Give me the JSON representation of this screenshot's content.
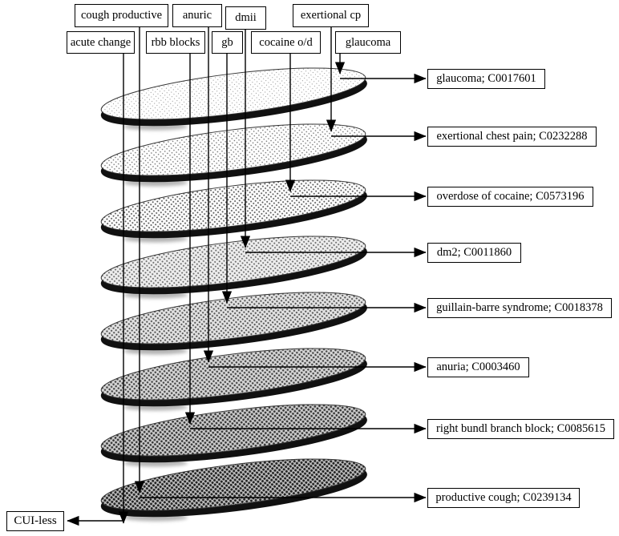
{
  "diagram": {
    "title_hint": "term-to-concept mapping over stacked annotation layers",
    "layers_count": 8,
    "colors": {
      "background": "#ffffff",
      "line": "#000000",
      "box_border": "#000000",
      "disk_rim": "#111111"
    },
    "term_boxes": [
      {
        "label": "cough productive",
        "row": 1,
        "maps_to": "productive cough; C0239134"
      },
      {
        "label": "anuric",
        "row": 1,
        "maps_to": "anuria; C0003460"
      },
      {
        "label": "dmii",
        "row": 1,
        "maps_to": "dm2; C0011860"
      },
      {
        "label": "exertional cp",
        "row": 1,
        "maps_to": "exertional chest pain; C0232288"
      },
      {
        "label": "acute change",
        "row": 2,
        "maps_to": "CUI-less"
      },
      {
        "label": "rbb blocks",
        "row": 2,
        "maps_to": "right bundl branch block; C0085615"
      },
      {
        "label": "gb",
        "row": 2,
        "maps_to": "guillain-barre syndrome; C0018378"
      },
      {
        "label": "cocaine o/d",
        "row": 2,
        "maps_to": "overdose of cocaine; C0573196"
      },
      {
        "label": "glaucoma",
        "row": 2,
        "maps_to": "glaucoma; C0017601"
      }
    ],
    "concept_labels": [
      {
        "label": "glaucoma; C0017601",
        "layer": 1
      },
      {
        "label": "exertional chest pain; C0232288",
        "layer": 2
      },
      {
        "label": "overdose of cocaine; C0573196",
        "layer": 3
      },
      {
        "label": "dm2; C0011860",
        "layer": 4
      },
      {
        "label": "guillain-barre syndrome; C0018378",
        "layer": 5
      },
      {
        "label": "anuria; C0003460",
        "layer": 6
      },
      {
        "label": "right bundl branch block; C0085615",
        "layer": 7
      },
      {
        "label": "productive cough; C0239134",
        "layer": 8
      }
    ],
    "cui_less": {
      "label": "CUI-less"
    }
  }
}
